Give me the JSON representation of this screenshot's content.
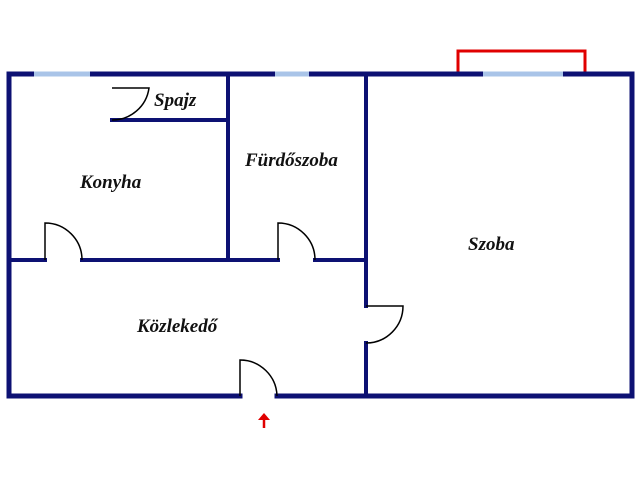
{
  "rooms": {
    "pantry": "Spajz",
    "kitchen": "Konyha",
    "bathroom": "Fürdőszoba",
    "room": "Szoba",
    "hallway": "Közlekedő"
  },
  "colors": {
    "wall": "#0d1173",
    "window": "#a9c4e8",
    "balcony": "#e00000",
    "entrance_arrow": "#e00000",
    "door": "#000000"
  }
}
